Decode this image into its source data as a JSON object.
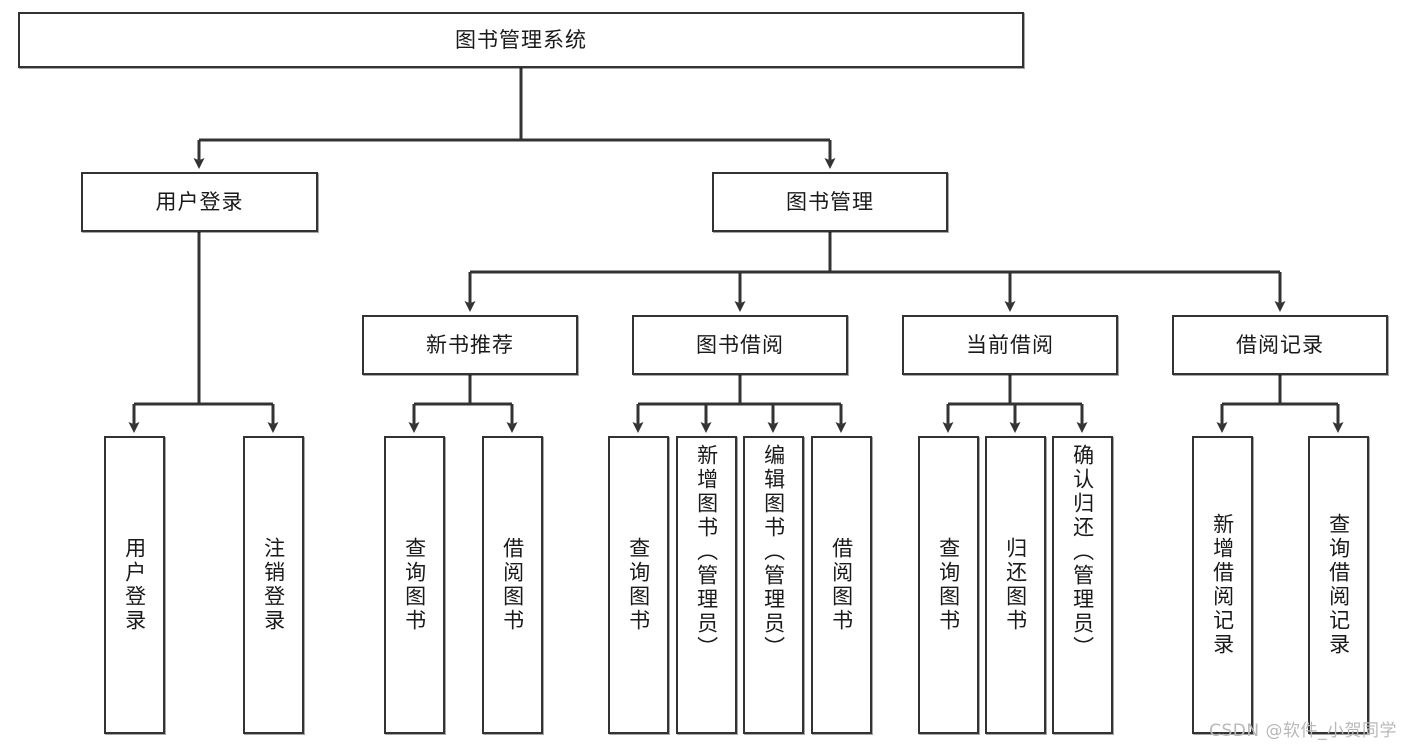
{
  "diagram": {
    "type": "tree",
    "title": "图书管理系统",
    "watermark": "CSDN @软件_小贺同学",
    "colors": {
      "node_border": "#333333",
      "node_fill": "#ffffff",
      "connector": "#333333",
      "text": "#1a1a1a",
      "watermark": "#b9b9b9"
    },
    "nodes": {
      "root": {
        "label": "图书管理系统"
      },
      "level1": [
        {
          "label": "用户登录"
        },
        {
          "label": "图书管理"
        }
      ],
      "level2": [
        {
          "label": "新书推荐"
        },
        {
          "label": "图书借阅"
        },
        {
          "label": "当前借阅"
        },
        {
          "label": "借阅记录"
        }
      ],
      "leaves": {
        "user_login": [
          {
            "label": "用户登录"
          },
          {
            "label": "注销登录"
          }
        ],
        "new_book_recommend": [
          {
            "label": "查询图书"
          },
          {
            "label": "借阅图书"
          }
        ],
        "book_borrow": [
          {
            "label": "查询图书"
          },
          {
            "label": "新增图书（管理员）"
          },
          {
            "label": "编辑图书（管理员）"
          },
          {
            "label": "借阅图书"
          }
        ],
        "current_borrow": [
          {
            "label": "查询图书"
          },
          {
            "label": "归还图书"
          },
          {
            "label": "确认归还（管理员）"
          }
        ],
        "borrow_record": [
          {
            "label": "新增借阅记录"
          },
          {
            "label": "查询借阅记录"
          }
        ]
      }
    }
  }
}
